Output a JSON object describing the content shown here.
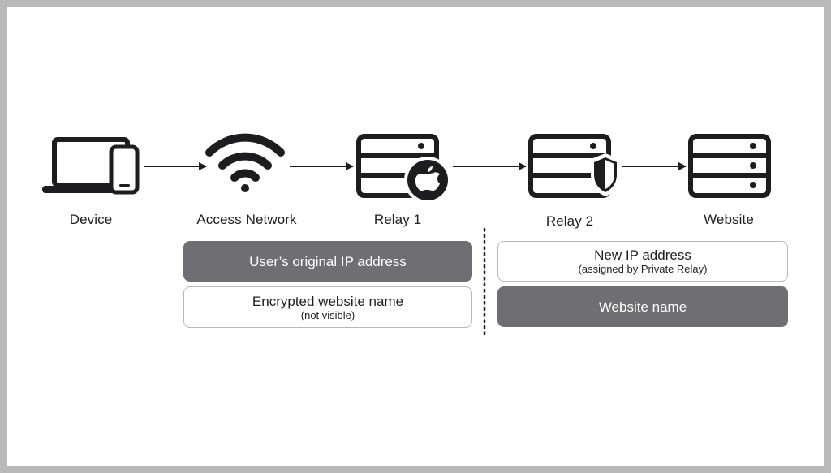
{
  "nodes": [
    {
      "id": "device",
      "label": "Device",
      "icon": "laptop-phone-icon"
    },
    {
      "id": "access-network",
      "label": "Access Network",
      "icon": "wifi-icon"
    },
    {
      "id": "relay-1",
      "label": "Relay 1",
      "icon": "server-apple-icon"
    },
    {
      "id": "relay-2",
      "label": "Relay 2",
      "icon": "server-shield-icon"
    },
    {
      "id": "website",
      "label": "Website",
      "icon": "server-icon"
    }
  ],
  "info": {
    "left": {
      "original_ip": {
        "text": "User’s original IP address"
      },
      "encrypted_name": {
        "text": "Encrypted website name",
        "sub": "(not visible)"
      }
    },
    "right": {
      "new_ip": {
        "text": "New IP address",
        "sub": "(assigned by Private Relay)"
      },
      "website_name": {
        "text": "Website name"
      }
    }
  },
  "colors": {
    "icon": "#1d1d1f",
    "dark_box": "#6e6e73",
    "light_box_border": "#b8b8bc",
    "frame_border": "#b9b9b9"
  }
}
